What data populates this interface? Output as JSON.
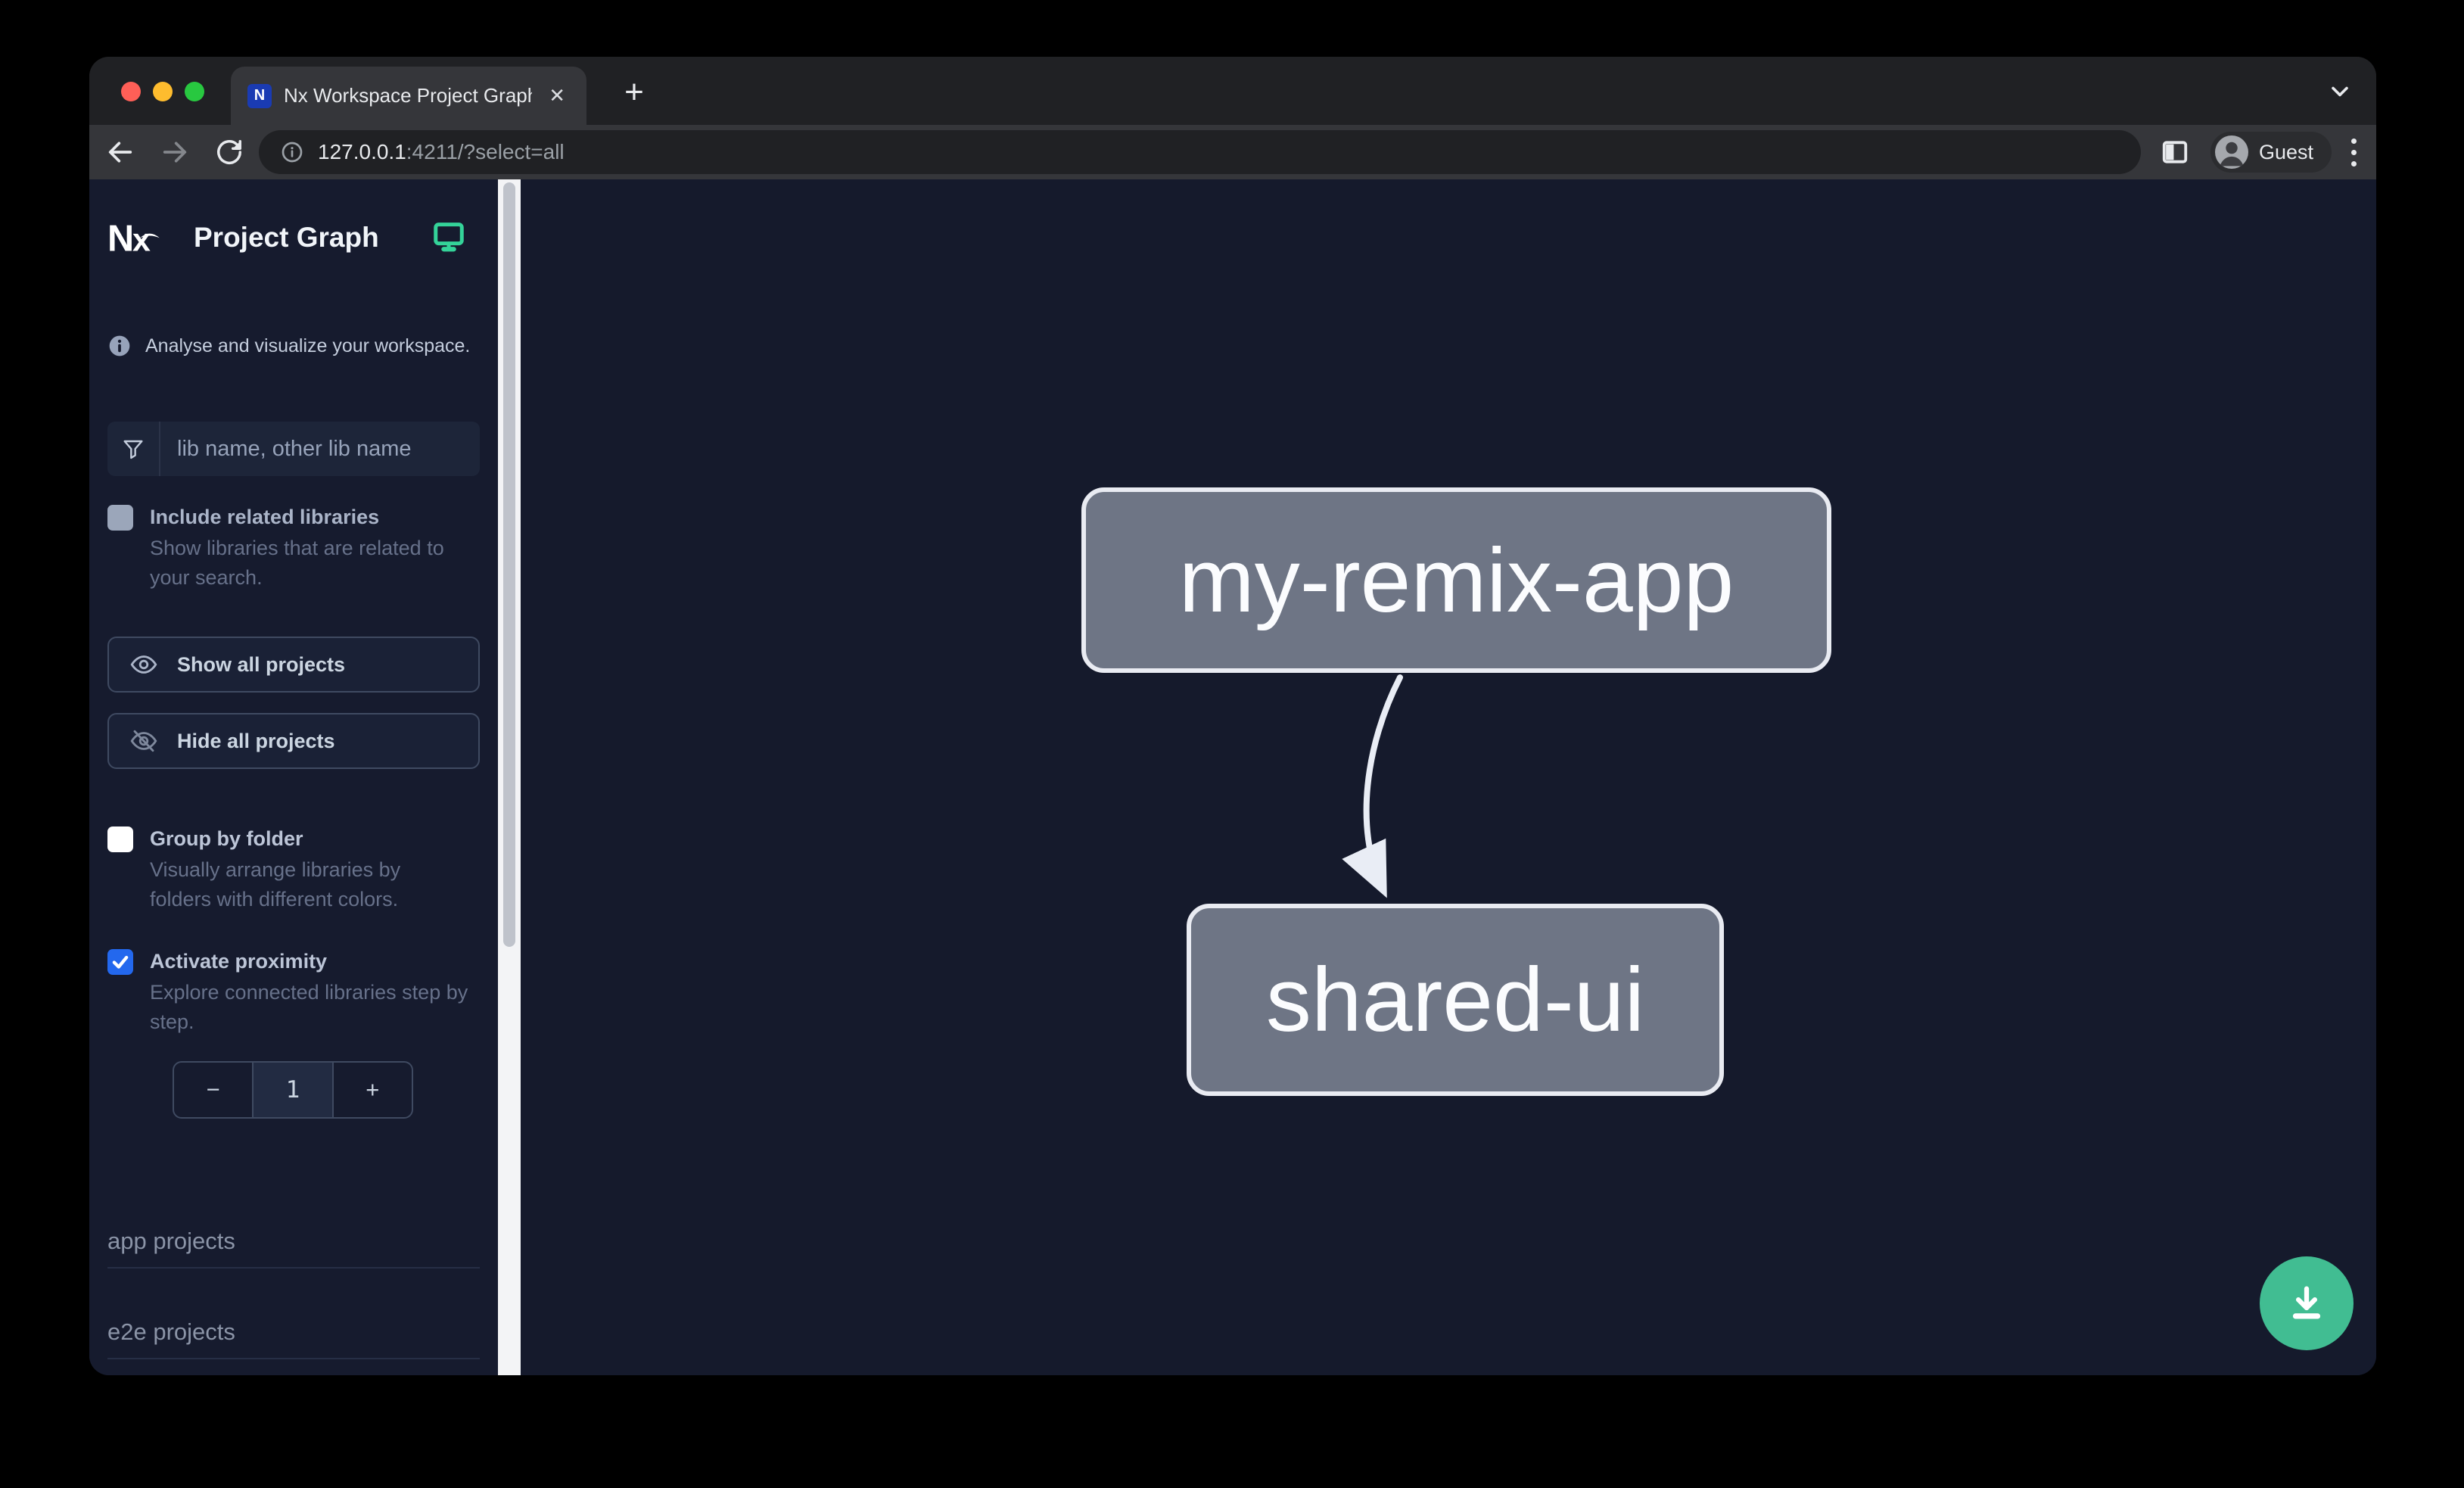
{
  "browser": {
    "traffic_lights": {
      "close": "#ff5f57",
      "minimize": "#febc2e",
      "zoom": "#28c840"
    },
    "tab": {
      "title": "Nx Workspace Project Graph",
      "close_glyph": "✕",
      "favicon": "nx-logo"
    },
    "new_tab_glyph": "+",
    "url": {
      "host": "127.0.0.1",
      "rest": ":4211/?select=all"
    },
    "profile_label": "Guest"
  },
  "sidebar": {
    "title": "Project Graph",
    "tagline": "Analyse and visualize your workspace.",
    "search": {
      "placeholder": "lib name, other lib name"
    },
    "include_related": {
      "label": "Include related libraries",
      "description": "Show libraries that are related to your search.",
      "checked": false
    },
    "show_all_label": "Show all projects",
    "hide_all_label": "Hide all projects",
    "group_by_folder": {
      "label": "Group by folder",
      "description": "Visually arrange libraries by folders with different colors.",
      "checked": false
    },
    "proximity": {
      "label": "Activate proximity",
      "description": "Explore connected libraries step by step.",
      "checked": true
    },
    "stepper": {
      "minus": "−",
      "value": "1",
      "plus": "+"
    },
    "sections": [
      {
        "label": "app projects"
      },
      {
        "label": "e2e projects"
      }
    ]
  },
  "graph": {
    "nodes": [
      {
        "id": "my-remix-app"
      },
      {
        "id": "shared-ui"
      }
    ],
    "edges": [
      {
        "source": "my-remix-app",
        "target": "shared-ui"
      }
    ]
  },
  "colors": {
    "accent_blue": "#2368ee",
    "brand_green": "#34d399",
    "fab_green": "#41bd92",
    "node_fill": "#6e7585",
    "node_border": "#e9ebf2",
    "canvas_bg": "#151a2c",
    "chrome_bg": "#35363a",
    "titlebar_bg": "#202124"
  }
}
